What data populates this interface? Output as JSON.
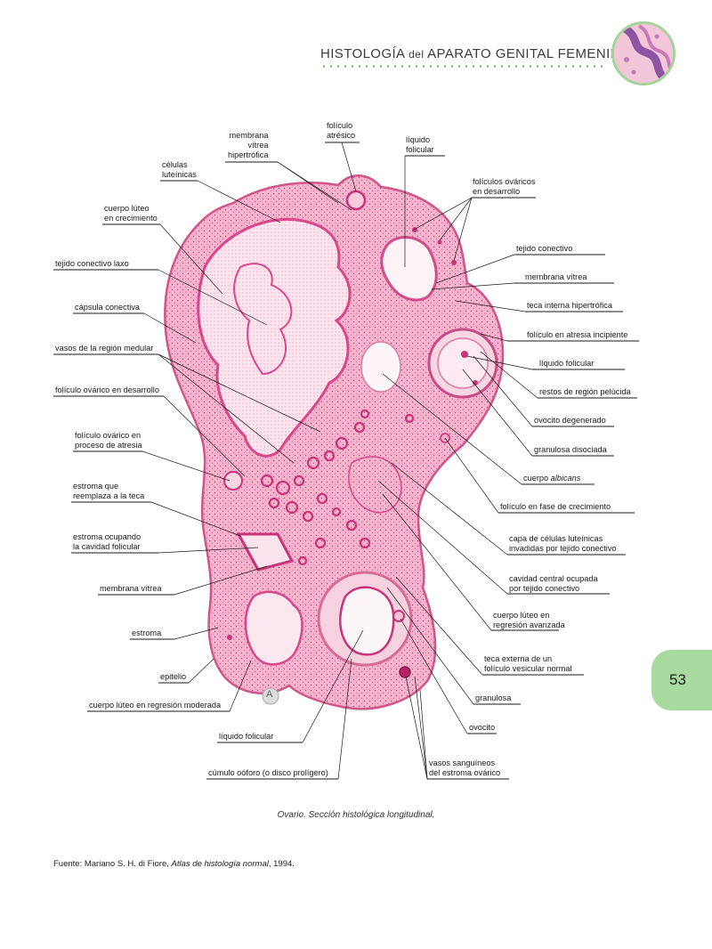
{
  "header": {
    "title_part1": "HISTOLOGÍA",
    "title_part2": "del",
    "title_part3": "APARATO GENITAL FEMENINO"
  },
  "page_number": "53",
  "figure_marker": "A",
  "labels": {
    "membrana_vitrea_hipertrofica": [
      "membrana",
      "vítrea",
      "hipertrófica"
    ],
    "foliculo_atresico": [
      "folículo",
      "atrésico"
    ],
    "liquido_folicular_top": [
      "líquido",
      "folicular"
    ],
    "celulas_luteinicas": [
      "células",
      "luteínicas"
    ],
    "foliculos_ovaricos_desarrollo": [
      "folículos ováricos",
      "en desarrollo"
    ],
    "cuerpo_luteo_crecimiento": [
      "cuerpo lúteo",
      "en crecimiento"
    ],
    "tejido_conectivo_laxo": "tejido conectivo laxo",
    "tejido_conectivo": "tejido conectivo",
    "membrana_vitrea_right": "membrana vítrea",
    "teca_interna_hipertrofica": "teca interna hipertrófica",
    "capsula_conectiva": "cápsula conectiva",
    "foliculo_atresia_incipiente": "folículo en atresia incipiente",
    "vasos_region_medular": "vasos de la región medular",
    "liquido_folicular_right": "líquido folicular",
    "restos_region_pelucida": "restos de región pelúcida",
    "foliculo_ovarico_desarrollo": "folículo ovárico en desarrollo",
    "ovocito_degenerado": "ovocito degenerado",
    "foliculo_proceso_atresia": [
      "folículo ovárico en",
      "proceso de atresia"
    ],
    "granulosa_disociada": "granulosa disociada",
    "cuerpo_albicans_1": "cuerpo",
    "cuerpo_albicans_2": "albicans",
    "estroma_reemplaza_teca": [
      "estroma que",
      "reemplaza a la teca"
    ],
    "foliculo_fase_crecimiento": "folículo en fase de crecimiento",
    "estroma_ocupando_cavidad": [
      "estroma ocupando",
      "la cavidad folicular"
    ],
    "capa_celulas_luteinicas": [
      "capa de células luteínicas",
      "invadidas por tejido conectivo"
    ],
    "membrana_vitrea_left": "membrana vítrea",
    "cavidad_central_ocupada": [
      "cavidad central ocupada",
      "por tejido conectivo"
    ],
    "estroma": "estroma",
    "cuerpo_luteo_regresion_avanzada": [
      "cuerpo lúteo en",
      "regresión avanzada"
    ],
    "epitelio": "epitelio",
    "teca_externa": [
      "teca externa de un",
      "folículo vesicular normal"
    ],
    "cuerpo_luteo_regresion_moderada": "cuerpo lúteo en regresión moderada",
    "granulosa": "granulosa",
    "liquido_folicular_bottom": "líquido folicular",
    "ovocito": "ovocito",
    "cumulo_ooforo": "cúmulo oóforo (o disco prolígero)",
    "vasos_sanguineos_estroma": [
      "vasos sanguíneos",
      "del estroma ovárico"
    ]
  },
  "caption": "Ovario. Sección histológica longitudinal.",
  "source": {
    "prefix": "Fuente: Mariano S. H. di Fiore, ",
    "title": "Atlas de histología normal",
    "suffix": ", 1994."
  },
  "colors": {
    "tissue": "#f2a9c6",
    "tissue_dark": "#e0609a",
    "accent_green": "#a9dba0"
  }
}
